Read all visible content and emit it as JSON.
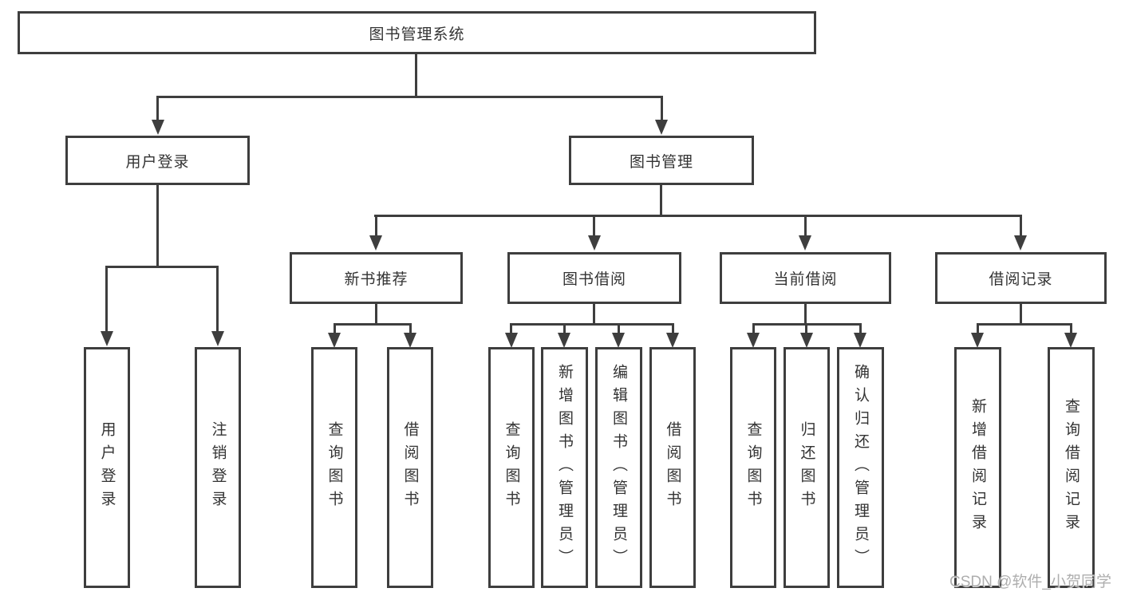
{
  "root": {
    "label": "图书管理系统"
  },
  "user_login": {
    "label": "用户登录",
    "children": [
      {
        "label": "用户登录"
      },
      {
        "label": "注销登录"
      }
    ]
  },
  "book_mgmt": {
    "label": "图书管理",
    "children": [
      {
        "label": "新书推荐",
        "children": [
          {
            "label": "查询图书"
          },
          {
            "label": "借阅图书"
          }
        ]
      },
      {
        "label": "图书借阅",
        "children": [
          {
            "label": "查询图书"
          },
          {
            "label": "新增图书（管理员）"
          },
          {
            "label": "编辑图书（管理员）"
          },
          {
            "label": "借阅图书"
          }
        ]
      },
      {
        "label": "当前借阅",
        "children": [
          {
            "label": "查询图书"
          },
          {
            "label": "归还图书"
          },
          {
            "label": "确认归还（管理员）"
          }
        ]
      },
      {
        "label": "借阅记录",
        "children": [
          {
            "label": "新增借阅记录"
          },
          {
            "label": "查询借阅记录"
          }
        ]
      }
    ]
  },
  "watermark": "CSDN @软件_小贺同学",
  "colors": {
    "line": "#3e3e3e",
    "text": "#333333",
    "watermark": "#a5a5a5",
    "background": "#ffffff"
  }
}
